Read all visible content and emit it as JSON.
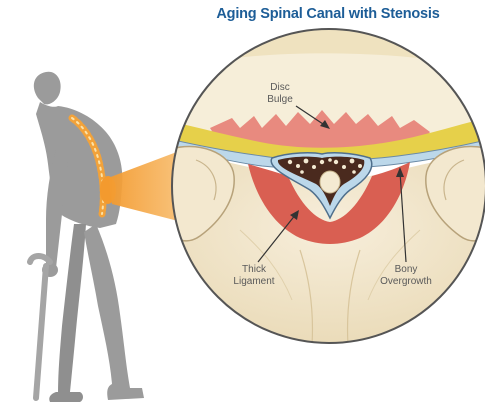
{
  "title": "Aging Spinal Canal with Stenosis",
  "labels": {
    "disc": {
      "line1": "Disc",
      "line2": "Bulge"
    },
    "ligament": {
      "line1": "Thick",
      "line2": "Ligament"
    },
    "bony": {
      "line1": "Bony",
      "line2": "Overgrowth"
    }
  },
  "colors": {
    "title": "#1d5d97",
    "silhouette": "#9b9b9b",
    "highlight": "#f39a2e",
    "bone": "#f0e4c8",
    "ligament": "#d95f52",
    "disc": "#f6eed9",
    "yellow_ligament": "#e6d04a",
    "dura": "#bcd8ea",
    "outline": "#555555"
  }
}
